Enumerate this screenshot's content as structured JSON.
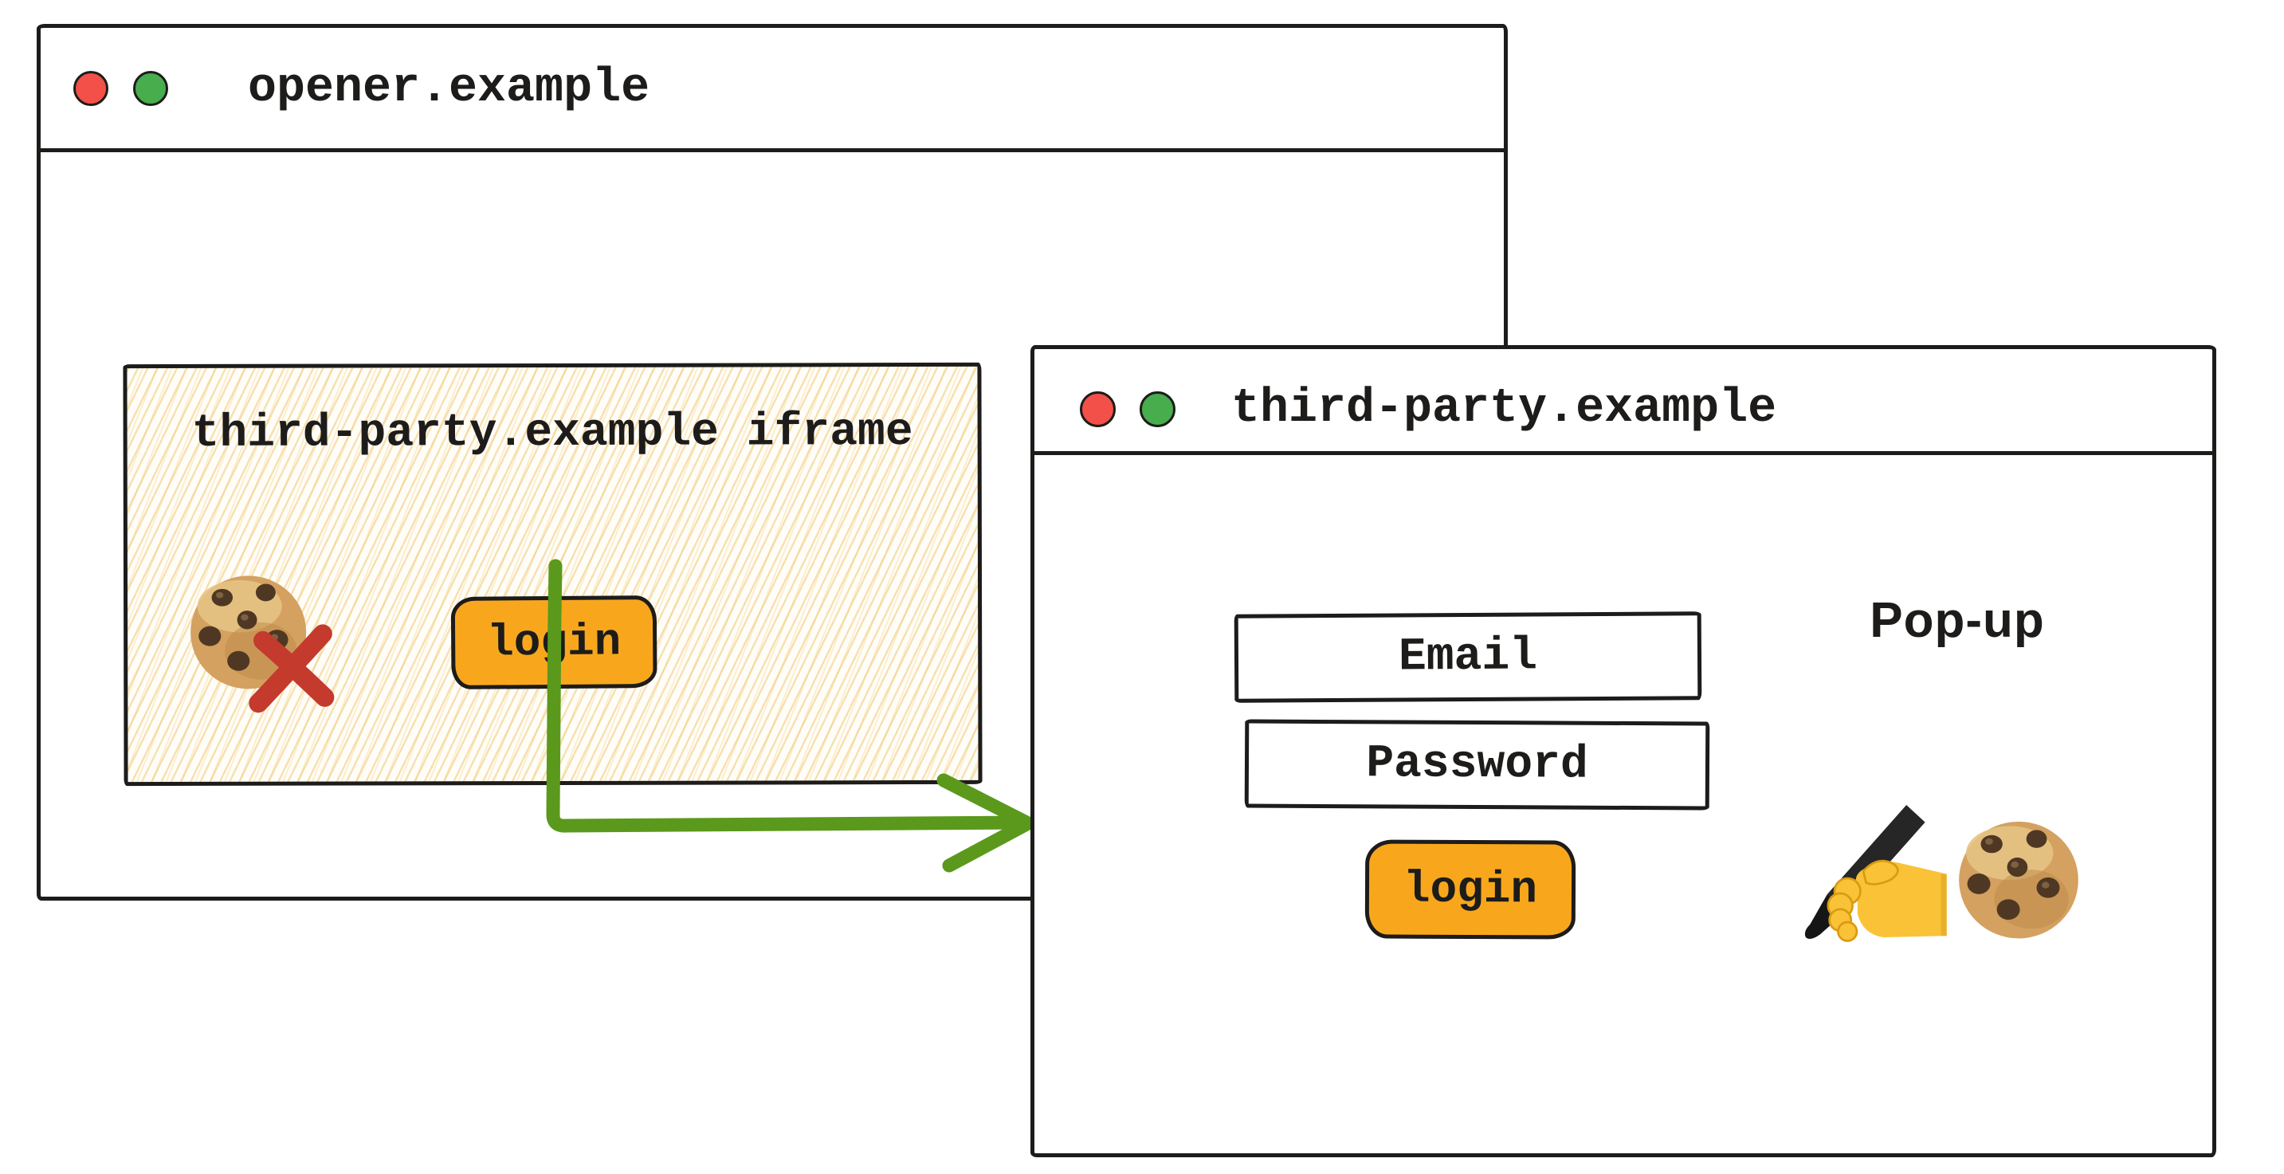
{
  "colors": {
    "ink": "#1d1c1a",
    "hatch_line": "#f1cb7f",
    "hatch_bg": "#fffdf8",
    "button_orange": "#f8a71d",
    "arrow_green": "#5a991c",
    "cross_red": "#c43a2d",
    "traffic_red": "#f25048",
    "traffic_green": "#47ad4d",
    "cookie_tan": "#d4a160",
    "cookie_chip": "#4f3823",
    "hand_yellow": "#f9c237",
    "pen_black": "#262626"
  },
  "opener_window": {
    "title": "opener.example",
    "traffic_lights": [
      "red",
      "green"
    ],
    "iframe": {
      "title": "third-party.example iframe",
      "cookie_icon": "cookie-emoji",
      "blocked_icon": "red-cross-over-cookie",
      "login_button": "login"
    }
  },
  "popup_window": {
    "title": "third-party.example",
    "traffic_lights": [
      "red",
      "green"
    ],
    "label": "Pop-up",
    "email_field": "Email",
    "password_field": "Password",
    "login_button": "login",
    "writing_hand_icon": "writing-hand-emoji",
    "cookie_icon": "cookie-emoji"
  }
}
